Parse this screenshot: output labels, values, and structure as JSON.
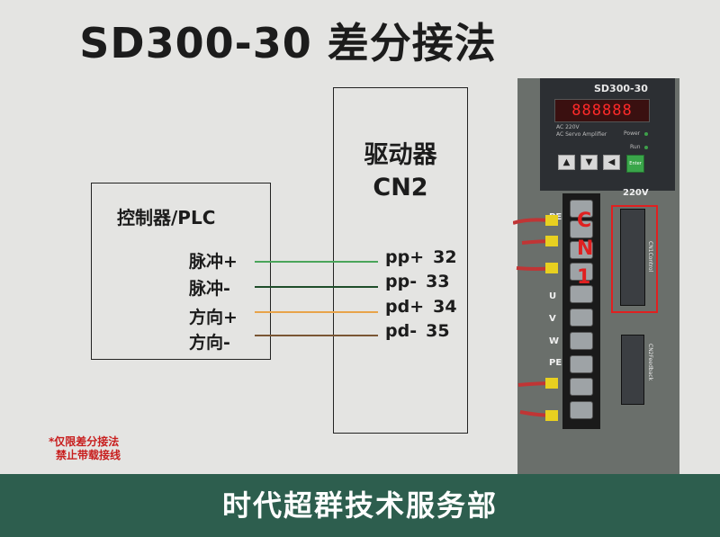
{
  "title": "SD300-30  差分接法",
  "controller": {
    "title": "控制器/PLC",
    "signals": [
      "脉冲+",
      "脉冲-",
      "方向+",
      "方向-"
    ]
  },
  "driver": {
    "title_line1": "驱动器",
    "title_line2": "CN2",
    "pins": [
      {
        "name": "pp+",
        "num": "32"
      },
      {
        "name": "pp-",
        "num": "33"
      },
      {
        "name": "pd+",
        "num": "34"
      },
      {
        "name": "pd-",
        "num": "35"
      }
    ]
  },
  "wire_colors": [
    "#4aa55a",
    "#1f4d2a",
    "#e8a34a",
    "#7a5634"
  ],
  "note": {
    "line1": "*仅限差分接法",
    "line2": "禁止带载接线"
  },
  "footer": "时代超群技术服务部",
  "device": {
    "model": "SD300-30",
    "display": "888888",
    "label_ac": "AC 220V",
    "label_amp": "AC Servo Amplifier",
    "label_power": "Power",
    "label_run": "Run",
    "label_enter": "Enter",
    "voltage": "220V",
    "terminals": [
      "PE",
      "U",
      "V",
      "W",
      "PE"
    ],
    "cn1_label": "CN1Control",
    "cn2_label": "CN2Feedback",
    "cn1_marks": [
      "C",
      "N",
      "1"
    ]
  }
}
